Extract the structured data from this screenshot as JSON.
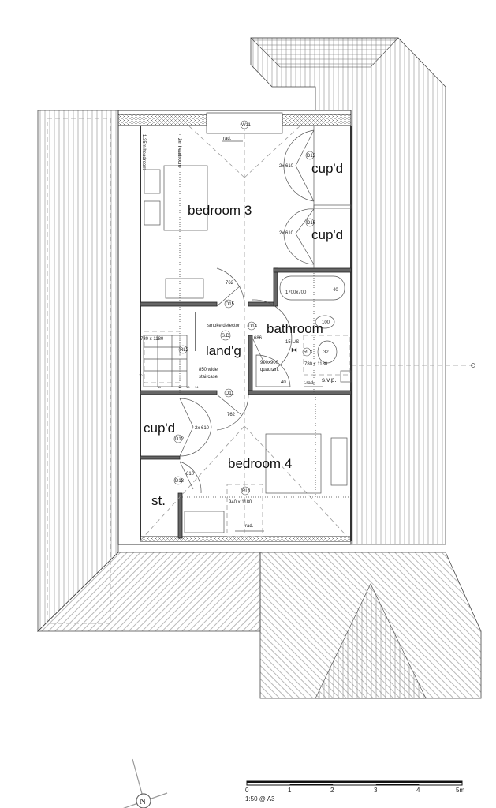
{
  "rooms": {
    "bedroom3": "bedroom 3",
    "cupd_top1": "cup'd",
    "cupd_top2": "cup'd",
    "bathroom": "bathroom",
    "landing": "land'g",
    "cupd_bottom": "cup'd",
    "bedroom4": "bedroom 4",
    "store": "st."
  },
  "annotations": {
    "window_w11": "W11",
    "rad_top": "rad.",
    "headroom_135": "1.35m headroom",
    "headroom_2": "2m headroom",
    "door_d12_top": "D12",
    "door_d16": "D16",
    "width_2x610_a": "2x 610",
    "width_2x610_b": "2x 610",
    "width_762_top": "762",
    "door_d15": "D15",
    "smoke_detector": "smoke detector",
    "sd": "S.D.",
    "door_d14": "D14",
    "width_686": "686",
    "fan": "15 L/S",
    "bath_size": "1700x700",
    "bath_40": "40",
    "basin_100": "100",
    "wc_32": "32",
    "rl3": "RL3",
    "rooflight_bath": "780 x 1180",
    "shower_size": "900x900",
    "shower_type": "quadrant",
    "shower_40": "40",
    "trad": "t.rad.",
    "svp": "s.v.p.",
    "rooflight_landing": "780 x 1180",
    "rl2": "RL2",
    "stair_width": "850 wide",
    "stair_label": "staircase",
    "stair_steps": [
      "10",
      "11",
      "12",
      "13",
      "14"
    ],
    "door_d11": "D11",
    "width_762_bottom": "762",
    "width_2x610_c": "2x 610",
    "door_d12_bottom": "D12",
    "width_610": "610",
    "door_d13": "D13",
    "rl1": "RL1",
    "rooflight_bed4": "940 x 1180",
    "rad_bottom": "rad."
  },
  "north_arrow": {
    "label": "N"
  },
  "scale_bar": {
    "ticks": [
      "0",
      "1",
      "2",
      "3",
      "4",
      "5m"
    ],
    "scale": "1:50 @ A3"
  }
}
